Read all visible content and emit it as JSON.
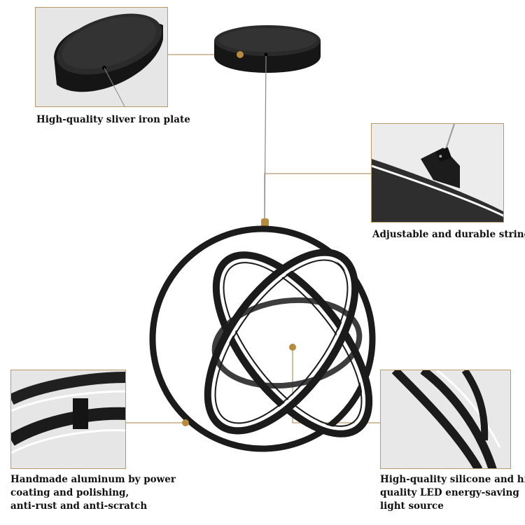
{
  "captions": {
    "plate": "High-quality sliver iron plate",
    "strings": "Adjustable and durable strings",
    "aluminum": [
      "Handmade aluminum by power",
      "coating and polishing,",
      "anti-rust and anti-scratch"
    ],
    "led": [
      "High-quality silicone and high",
      "quality LED energy-saving",
      "light source"
    ]
  },
  "colors": {
    "callout_line": "#b89a6a",
    "fixture": "#1b1b1b",
    "led_glow": "#ffffff",
    "brass_fitting": "#b78a3e"
  }
}
